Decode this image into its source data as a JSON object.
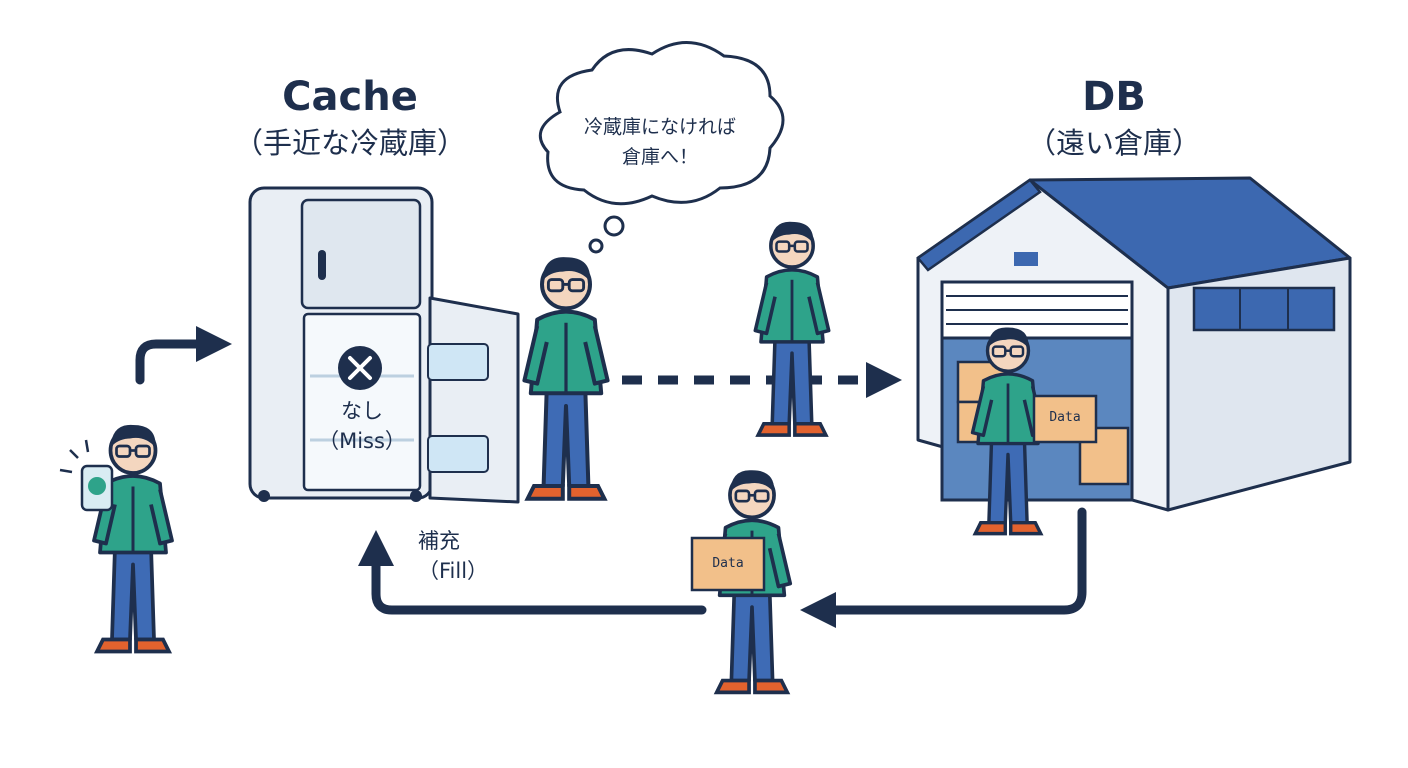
{
  "cache": {
    "title": "Cache",
    "subtitle": "（手近な冷蔵庫）"
  },
  "db": {
    "title": "DB",
    "subtitle": "（遠い倉庫）"
  },
  "thought": {
    "line1": "冷蔵庫になければ",
    "line2": "倉庫へ！"
  },
  "miss": {
    "line1": "なし",
    "line2": "（Miss）"
  },
  "fill": {
    "line1": "補充",
    "line2": "（Fill）"
  },
  "box_label": "Data",
  "colors": {
    "ink": "#1e2f4d",
    "jacket": "#2ea38a",
    "pants": "#3e6bb5",
    "shoes": "#e2622e",
    "box": "#f2c08a",
    "roof": "#3c68b0",
    "fridge": "#e9eef4"
  }
}
